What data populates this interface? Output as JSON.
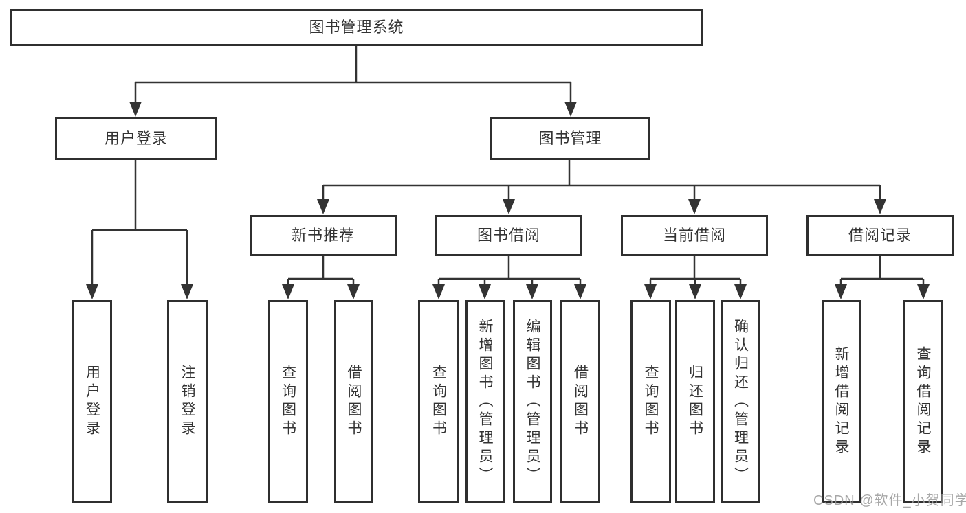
{
  "diagram": {
    "tree": {
      "root": "图书管理系统",
      "children": [
        {
          "label": "用户登录",
          "children": [
            {
              "label": "用户登录"
            },
            {
              "label": "注销登录"
            }
          ]
        },
        {
          "label": "图书管理",
          "children": [
            {
              "label": "新书推荐",
              "children": [
                {
                  "label": "查询图书"
                },
                {
                  "label": "借阅图书"
                }
              ]
            },
            {
              "label": "图书借阅",
              "children": [
                {
                  "label": "查询图书"
                },
                {
                  "label": "新增图书（管理员）"
                },
                {
                  "label": "编辑图书（管理员）"
                },
                {
                  "label": "借阅图书"
                }
              ]
            },
            {
              "label": "当前借阅",
              "children": [
                {
                  "label": "查询图书"
                },
                {
                  "label": "归还图书"
                },
                {
                  "label": "确认归还（管理员）"
                }
              ]
            },
            {
              "label": "借阅记录",
              "children": [
                {
                  "label": "新增借阅记录"
                },
                {
                  "label": "查询借阅记录"
                }
              ]
            }
          ]
        }
      ]
    },
    "line_color": "#333333",
    "watermark": "CSDN @软件_小贺同学"
  }
}
